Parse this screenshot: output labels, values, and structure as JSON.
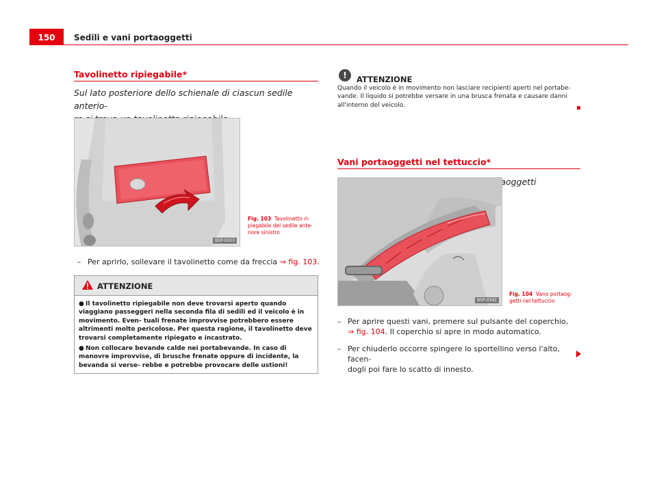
{
  "header": {
    "page_number": "150",
    "title": "Sedili e vani portaoggetti"
  },
  "left": {
    "section_title": "Tavolinetto ripiegabile*",
    "intro": [
      "Sul lato posteriore dello schienale di ciascun sedile anterio-",
      "re si trova un tavolinetto ripiegabile."
    ],
    "figure": {
      "code": "B5P-0313",
      "caption_num": "Fig. 103",
      "caption_lines": [
        "Tavolinetto ri-",
        "piegabile del sedile ante-",
        "riore sinistro"
      ]
    },
    "step": {
      "dash": "–",
      "text": "Per aprirlo, sollevare il tavolinetto come da freccia ",
      "ref": "⇒ fig. 103",
      "tail": "."
    },
    "warning": {
      "title": "ATTENZIONE",
      "bullet": "●",
      "items": [
        "Il tavolinetto ripiegabile non deve trovarsi aperto quando viaggiano passeggeri nella seconda fila di sedili ed il veicolo è in movimento. Even- tuali frenate improvvise potrebbero essere altrimenti molto pericolose. Per questa ragione, il tavolinetto deve trovarsi completamente ripiegato e incastrato.",
        "Non collocare bevande calde nei portabevande. In caso di manovre improvvise, di brusche frenate oppure di incidente, la bevanda si verse- rebbe e potrebbe provocare delle ustioni!"
      ]
    }
  },
  "right": {
    "attention": {
      "icon": "!",
      "title": "ATTENZIONE",
      "lines": [
        "Quando il veicolo è in movimento non lasciare recipienti aperti nel portabe-",
        "vande. Il liquido si potrebbe versare in una brusca frenata e causare danni",
        "all'interno del veicolo."
      ]
    },
    "section_title": "Vani portaoggetti nel tettuccio*",
    "intro": "Nel tettuccio vi sono quattro vani portaoggetti",
    "figure": {
      "code": "B5P-0342",
      "caption_num": "Fig. 104",
      "caption_lines": [
        "Vano portaog-",
        "getti nel tettuccio"
      ]
    },
    "steps": [
      {
        "dash": "–",
        "line1": "Per aprire questi vani, premere sul pulsante del coperchio,",
        "ref": "⇒ fig. 104",
        "line2_tail": ". Il coperchio si apre in modo automatico."
      },
      {
        "dash": "–",
        "line1": "Per chiuderlo occorre spingere lo sportellino verso l'alto, facen-",
        "line2": "dogli poi fare lo scatto di innesto."
      }
    ]
  },
  "colors": {
    "accent": "#e3000f",
    "warning_header": "#e6e6e6"
  },
  "icons": [
    "warning-triangle-icon",
    "exclamation-circle-icon",
    "end-square-icon",
    "continue-arrow-icon"
  ]
}
